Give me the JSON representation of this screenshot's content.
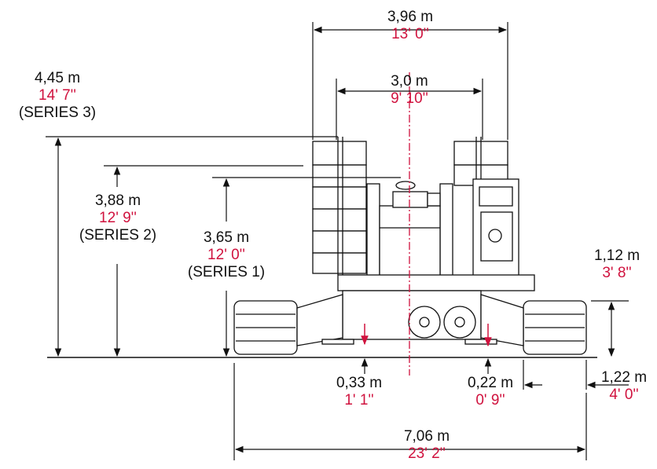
{
  "colors": {
    "line": "#111111",
    "accent": "#d0123e",
    "background": "#ffffff"
  },
  "dimensions": {
    "overall_width_top": {
      "metric": "3,96 m",
      "imperial": "13' 0''"
    },
    "inner_width": {
      "metric": "3,0 m",
      "imperial": "9' 10''"
    },
    "height_series3": {
      "metric": "4,45 m",
      "imperial": "14' 7''",
      "note": "(SERIES 3)"
    },
    "height_series2": {
      "metric": "3,88 m",
      "imperial": "12' 9''",
      "note": "(SERIES 2)"
    },
    "height_series1": {
      "metric": "3,65 m",
      "imperial": "12' 0''",
      "note": "(SERIES 1)"
    },
    "track_height": {
      "metric": "1,12 m",
      "imperial": "3' 8''"
    },
    "track_shoe_width": {
      "metric": "1,22 m",
      "imperial": "4' 0''"
    },
    "left_clearance": {
      "metric": "0,33 m",
      "imperial": "1' 1''"
    },
    "right_clearance": {
      "metric": "0,22 m",
      "imperial": "0' 9''"
    },
    "overall_width_bottom": {
      "metric": "7,06 m",
      "imperial": "23' 2''"
    }
  }
}
